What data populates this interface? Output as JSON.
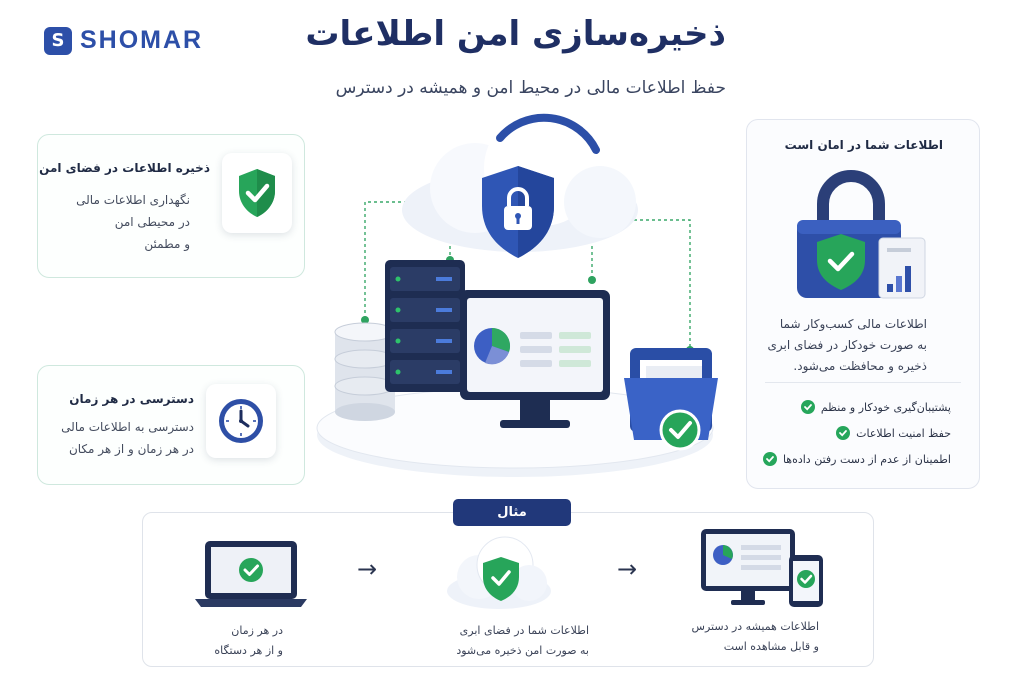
{
  "brand": {
    "logo_letter": "S",
    "logo_text": "SHOMAR"
  },
  "header": {
    "title": "ذخیره‌سازی امن اطلاعات",
    "subtitle": "حفظ اطلاعات مالی در محیط امن و همیشه در دسترس"
  },
  "cards": {
    "secure_storage": {
      "title": "ذخیره اطلاعات در فضای امن",
      "line1": "نگهداری اطلاعات مالی",
      "line2": "در محیطی امن",
      "line3": "و مطمئن",
      "icon": "shield-check-icon"
    },
    "anytime_access": {
      "title": "دسترسی در هر زمان",
      "line1": "دسترسی به اطلاعات مالی",
      "line2": "در هر زمان و از هر مکان",
      "icon": "clock-icon"
    }
  },
  "safe_panel": {
    "title": "اطلاعات شما در امان است",
    "line1": "اطلاعات مالی کسب‌وکار شما",
    "line2": "به صورت خودکار در فضای ابری",
    "line3": "ذخیره و محافظت می‌شود.",
    "features": [
      "پشتیبان‌گیری خودکار و منظم",
      "حفظ امنیت اطلاعات",
      "اطمینان از عدم از دست رفتن داده‌ها"
    ]
  },
  "example": {
    "tag": "مثال",
    "step1": {
      "line1": "در هر زمان",
      "line2": "و از هر دستگاه"
    },
    "step2": {
      "line1": "اطلاعات شما در فضای ابری",
      "line2": "به صورت امن ذخیره می‌شود"
    },
    "step3": {
      "line1": "اطلاعات همیشه در دسترس",
      "line2": "و قابل مشاهده است"
    },
    "arrow": "→"
  },
  "colors": {
    "primary_navy": "#1f2f64",
    "brand_blue": "#2d4fa8",
    "success_green": "#26a65b",
    "card_border_green": "#cfe8de"
  }
}
